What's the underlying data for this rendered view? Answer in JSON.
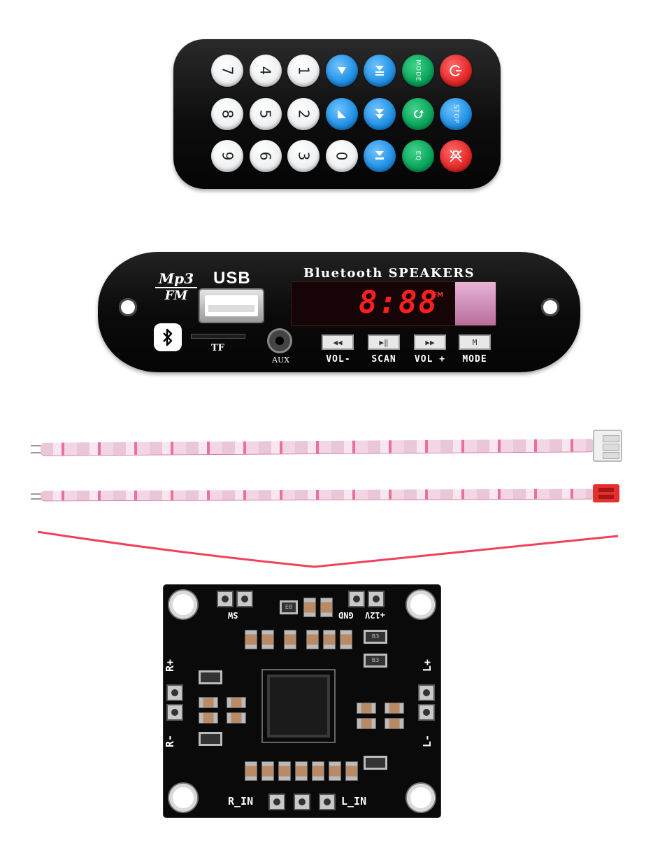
{
  "remote": {
    "buttons": [
      {
        "label": "7",
        "color": "white",
        "row": 0
      },
      {
        "label": "4",
        "color": "white",
        "row": 0
      },
      {
        "label": "1",
        "color": "white",
        "row": 0
      },
      {
        "label": "",
        "icon": "prev-icon",
        "color": "blue",
        "row": 0
      },
      {
        "label": "",
        "icon": "play-pause-icon",
        "color": "blue",
        "row": 0
      },
      {
        "label": "MODE",
        "color": "green",
        "row": 0
      },
      {
        "label": "",
        "icon": "power-icon",
        "color": "red",
        "row": 0
      },
      {
        "label": "8",
        "color": "white",
        "row": 1
      },
      {
        "label": "5",
        "color": "white",
        "row": 1
      },
      {
        "label": "2",
        "color": "white",
        "row": 1
      },
      {
        "label": "",
        "icon": "volume-down-icon",
        "color": "blue",
        "row": 1
      },
      {
        "label": "",
        "icon": "next-icon",
        "color": "blue",
        "row": 1
      },
      {
        "label": "",
        "icon": "repeat-icon",
        "color": "green",
        "row": 1
      },
      {
        "label": "STOP",
        "color": "blue",
        "row": 1
      },
      {
        "label": "9",
        "color": "white",
        "row": 2
      },
      {
        "label": "6",
        "color": "white",
        "row": 2
      },
      {
        "label": "3",
        "color": "white",
        "row": 2
      },
      {
        "label": "0",
        "color": "white",
        "row": 2
      },
      {
        "label": "",
        "icon": "eject-icon",
        "color": "blue",
        "row": 2
      },
      {
        "label": "EQ",
        "color": "green",
        "row": 2
      },
      {
        "label": "",
        "icon": "mute-icon",
        "color": "red",
        "row": 2
      }
    ]
  },
  "module": {
    "logo_top": "Mp3",
    "logo_bottom": "FM",
    "usb_label": "USB",
    "tf_label": "TF",
    "aux_label": "AUX",
    "title": "Bluetooth SPEAKERS",
    "display_text": "8:88",
    "display_band": "FM",
    "controls": [
      {
        "label": "VOL-"
      },
      {
        "label": "SCAN"
      },
      {
        "label": "VOL +"
      },
      {
        "label": "MODE"
      }
    ]
  },
  "board": {
    "labels": {
      "sw": "SW",
      "gnd": "GND",
      "v12": "+12V",
      "r_plus": "R+",
      "r_minus": "R-",
      "l_plus": "L+",
      "l_minus": "L-",
      "r_in": "R_IN",
      "l_in": "L_IN",
      "b3a": "B3",
      "b3b": "B3",
      "e8": "E8"
    }
  },
  "colors": {
    "remote_body": "#0d0d0d",
    "btn_blue": "#1f8fe3",
    "btn_green": "#0aa35a",
    "btn_red": "#e32727",
    "display_red": "#ff1f1f",
    "cable_pink": "#ea6f9d",
    "red_wire": "#f0405a"
  }
}
